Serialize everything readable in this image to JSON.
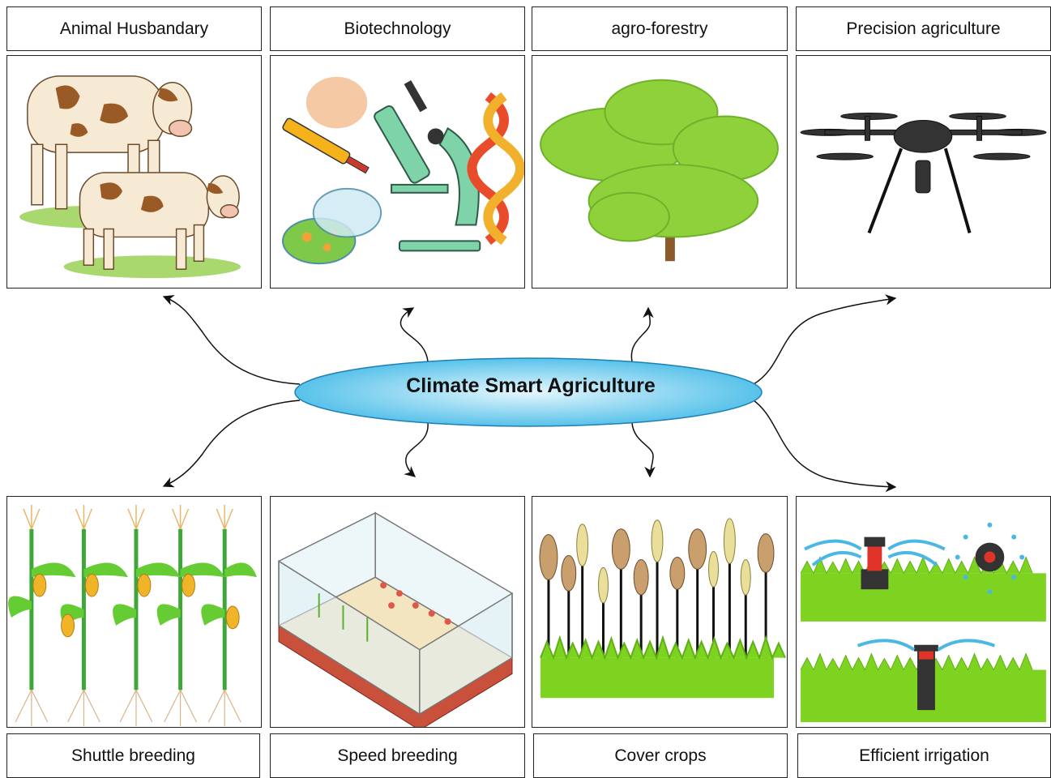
{
  "center": {
    "label": "Climate Smart Agriculture"
  },
  "top_items": [
    {
      "label": "Animal Husbandary",
      "icon": "cows-icon"
    },
    {
      "label": "Biotechnology",
      "icon": "microscope-icon"
    },
    {
      "label": "agro-forestry",
      "icon": "trees-icon"
    },
    {
      "label": "Precision agriculture",
      "icon": "drone-icon"
    }
  ],
  "bottom_items": [
    {
      "label": "Shuttle breeding",
      "icon": "maize-icon"
    },
    {
      "label": "Speed breeding",
      "icon": "greenhouse-icon"
    },
    {
      "label": "Cover crops",
      "icon": "millet-icon"
    },
    {
      "label": "Efficient irrigation",
      "icon": "sprinkler-icon"
    }
  ],
  "colors": {
    "hub_fill_light": "#dff4fc",
    "hub_fill_dark": "#5bc4ec",
    "grass": "#7ed321",
    "tree": "#8fd13a"
  }
}
